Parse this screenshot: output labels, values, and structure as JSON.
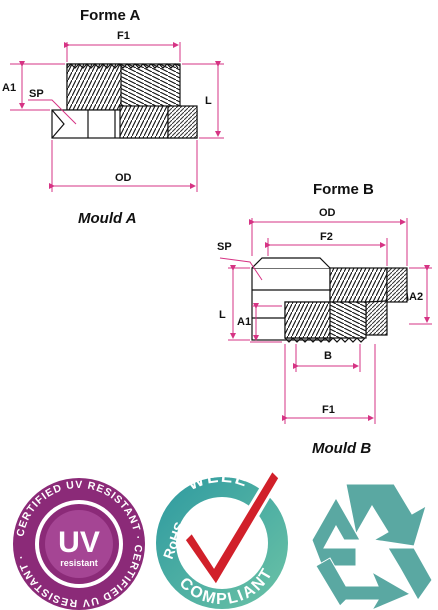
{
  "forme_a": {
    "title": "Forme A",
    "caption": "Mould A",
    "labels": {
      "f1": "F1",
      "a1": "A1",
      "sp": "SP",
      "l": "L",
      "od": "OD"
    }
  },
  "forme_b": {
    "title": "Forme B",
    "caption": "Mould B",
    "labels": {
      "od": "OD",
      "f2": "F2",
      "sp": "SP",
      "a2": "A2",
      "l": "L",
      "a1": "A1",
      "b": "B",
      "f1": "F1"
    }
  },
  "badges": {
    "uv": {
      "ring_text": "CERTIFIED UV RESISTANT · CERTIFIED UV RESISTANT ·",
      "big": "UV",
      "small": "resistant",
      "color": "#8b2a78"
    },
    "rohs": {
      "top_text": "WEEE",
      "left_text": "RoHS",
      "bottom_text": "COMPLIANT",
      "check_color": "#d1202a",
      "ring_color": "#3aa6a0"
    },
    "recycle": {
      "icon": "recycle-icon",
      "color": "#5aa8a2"
    }
  },
  "colors": {
    "dimension": "#d63384",
    "hatch": "#333333"
  }
}
